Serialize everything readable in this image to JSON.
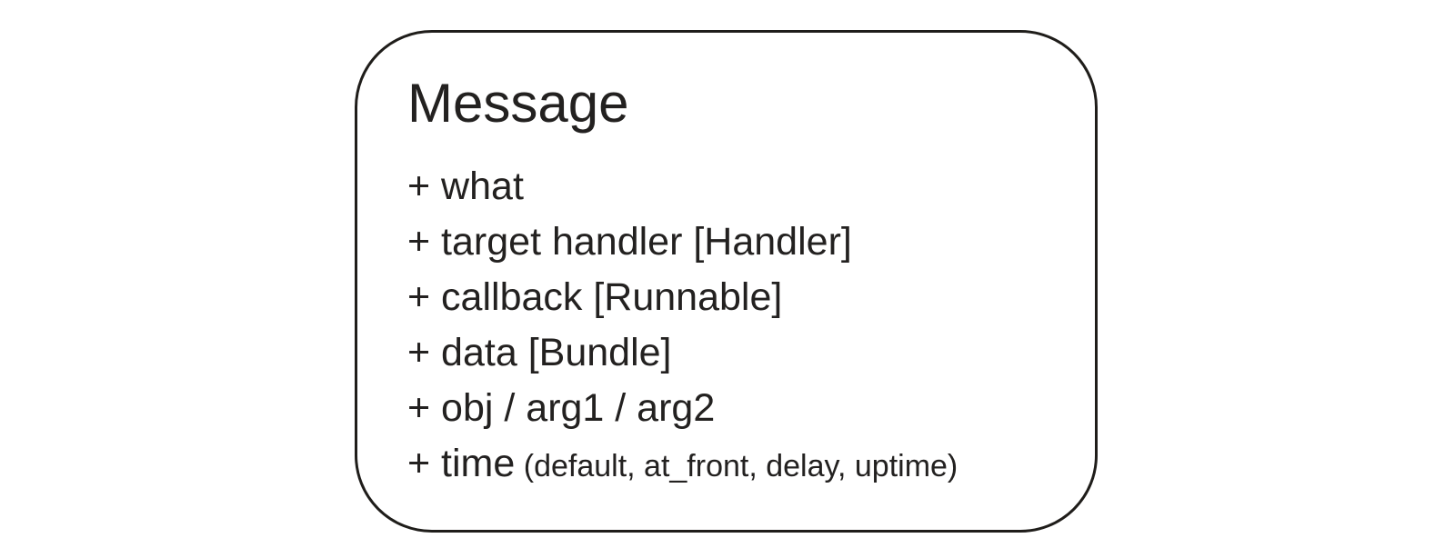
{
  "colors": {
    "background": "#ffffff",
    "ink": "#232120",
    "border": "#1f1d1a"
  },
  "class_box": {
    "title": "Message",
    "attributes": [
      {
        "main": "+ what",
        "note": ""
      },
      {
        "main": "+ target handler [Handler]",
        "note": ""
      },
      {
        "main": "+ callback [Runnable]",
        "note": ""
      },
      {
        "main": "+ data [Bundle]",
        "note": ""
      },
      {
        "main": "+ obj / arg1 / arg2",
        "note": ""
      },
      {
        "main": "+ time",
        "note": " (default, at_front, delay, uptime)"
      }
    ]
  }
}
